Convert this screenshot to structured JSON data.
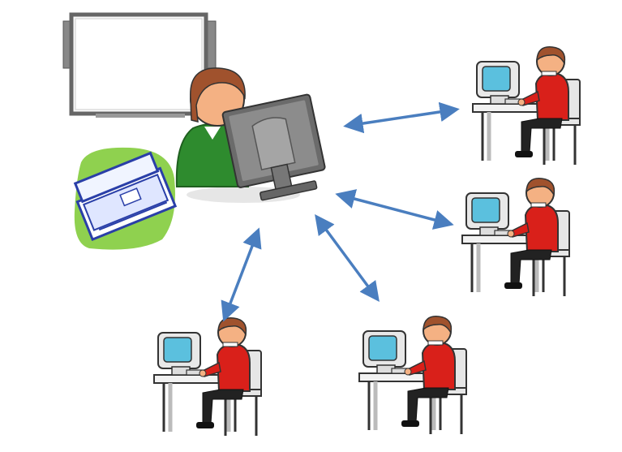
{
  "diagram": {
    "description_hidden": "",
    "colors": {
      "arrow": "#4a7ebf",
      "student_shirt": "#d9201a",
      "teacher_shirt": "#2e8b2e",
      "hair": "#a0522d",
      "skin": "#f4b183",
      "scanner_bg": "#8fd14f",
      "monitor_screen": "#5bc0de",
      "desk": "#f2f2f2",
      "outline": "#333333"
    },
    "nodes": [
      {
        "id": "teacher",
        "icon": "teacher-with-monitor-icon"
      },
      {
        "id": "whiteboard",
        "icon": "interactive-whiteboard-icon"
      },
      {
        "id": "scanner",
        "icon": "scanner-icon"
      },
      {
        "id": "student-top-right",
        "icon": "student-computer-icon"
      },
      {
        "id": "student-middle-right",
        "icon": "student-computer-icon"
      },
      {
        "id": "student-bottom-left",
        "icon": "student-computer-icon"
      },
      {
        "id": "student-bottom-middle",
        "icon": "student-computer-icon"
      }
    ],
    "links": [
      {
        "from": "teacher",
        "to": "student-top-right",
        "direction": "both"
      },
      {
        "from": "teacher",
        "to": "student-middle-right",
        "direction": "both"
      },
      {
        "from": "teacher",
        "to": "student-bottom-left",
        "direction": "both"
      },
      {
        "from": "teacher",
        "to": "student-bottom-middle",
        "direction": "both"
      }
    ]
  }
}
